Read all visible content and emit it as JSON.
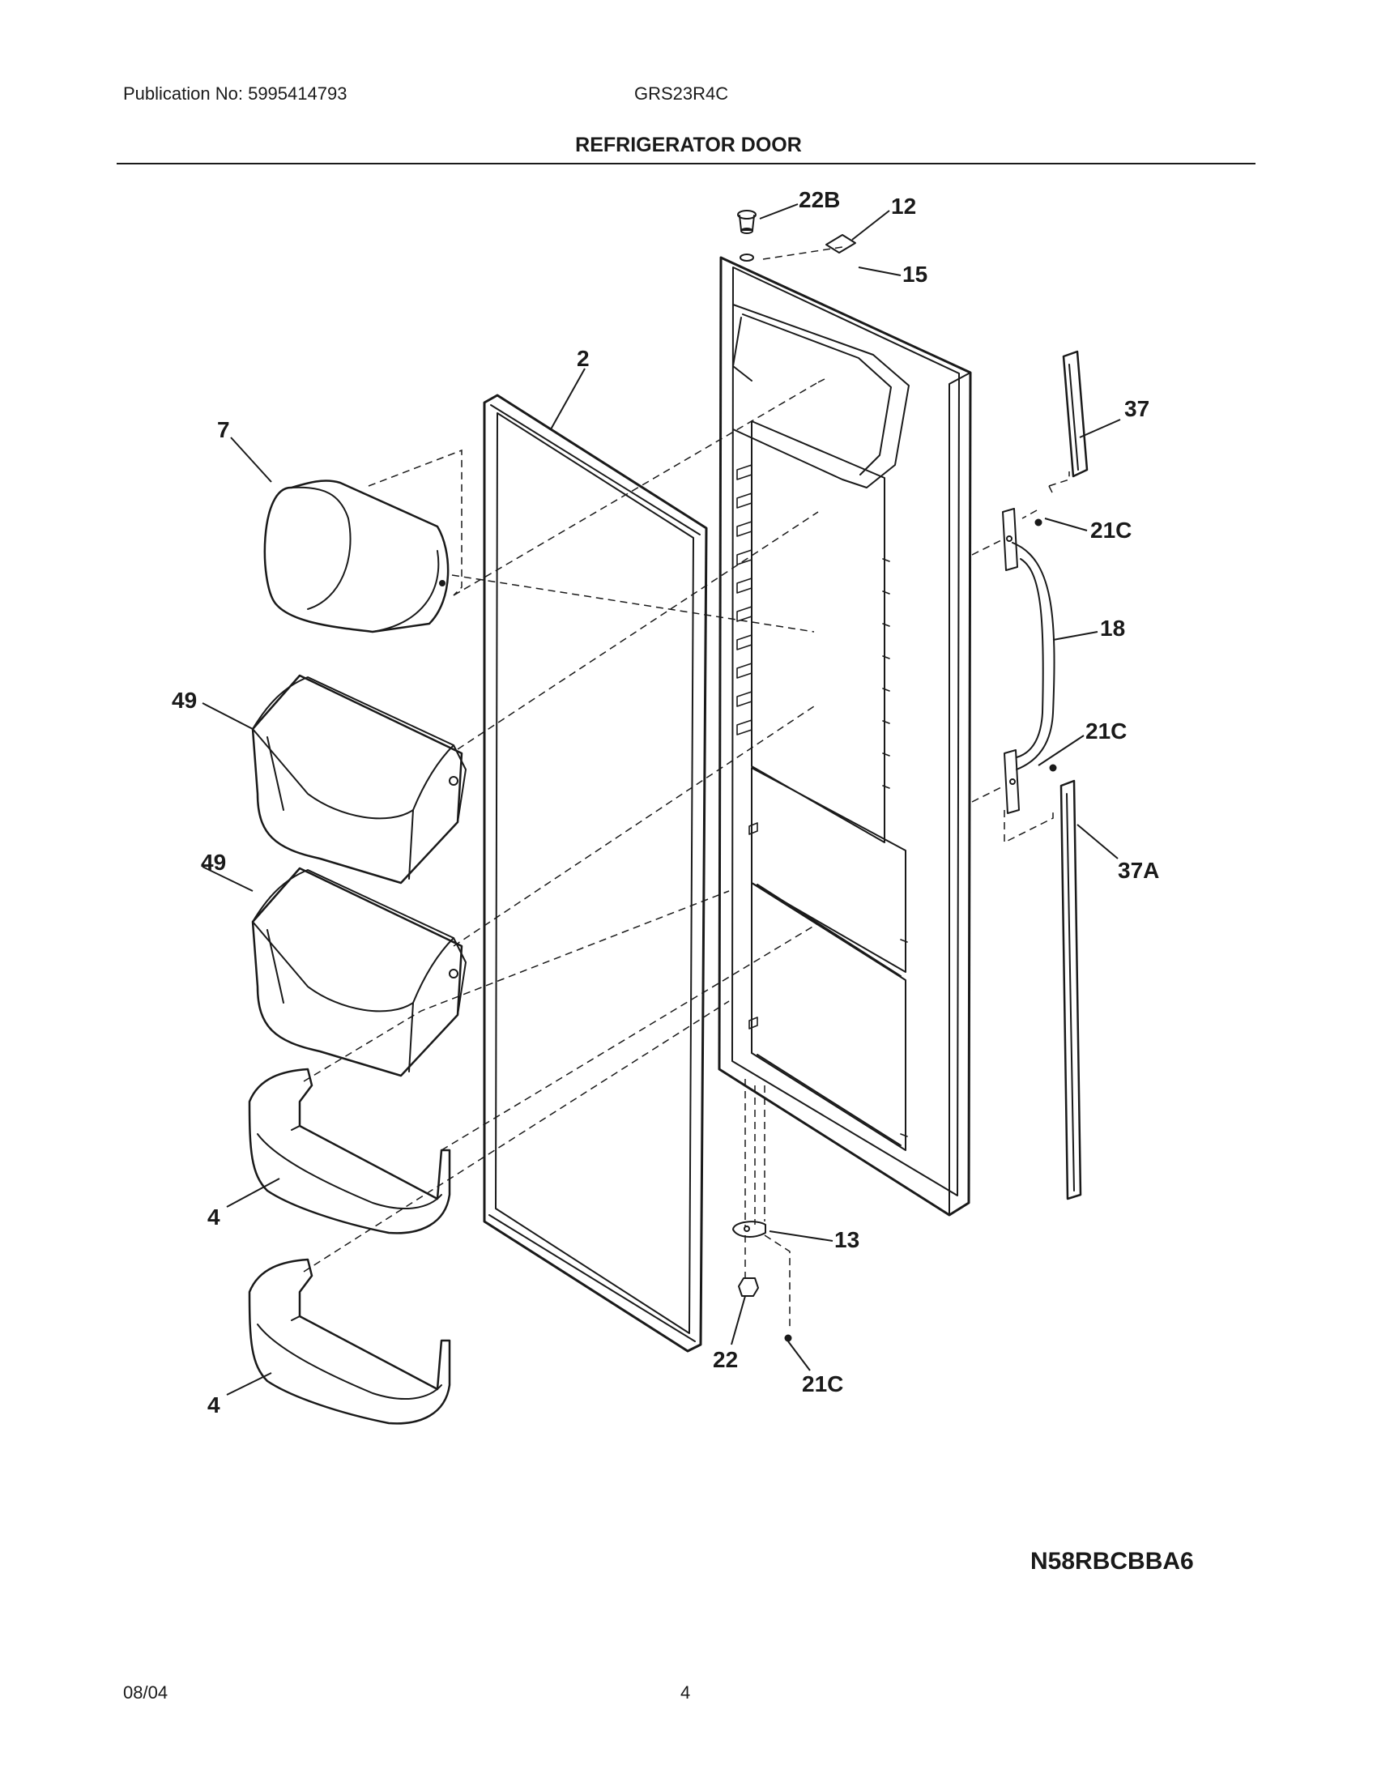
{
  "header": {
    "publication": "Publication No: 5995414793",
    "model": "GRS23R4C",
    "title": "REFRIGERATOR DOOR"
  },
  "callouts": {
    "c22B": "22B",
    "c12": "12",
    "c15": "15",
    "c2": "2",
    "c7": "7",
    "c37": "37",
    "c21C_top": "21C",
    "c18": "18",
    "c49_a": "49",
    "c21C_mid": "21C",
    "c49_b": "49",
    "c37A": "37A",
    "c4_a": "4",
    "c13": "13",
    "c22": "22",
    "c21C_bot": "21C",
    "c4_b": "4"
  },
  "footer": {
    "diagram_code": "N58RBCBBA6",
    "date": "08/04",
    "page": "4"
  }
}
